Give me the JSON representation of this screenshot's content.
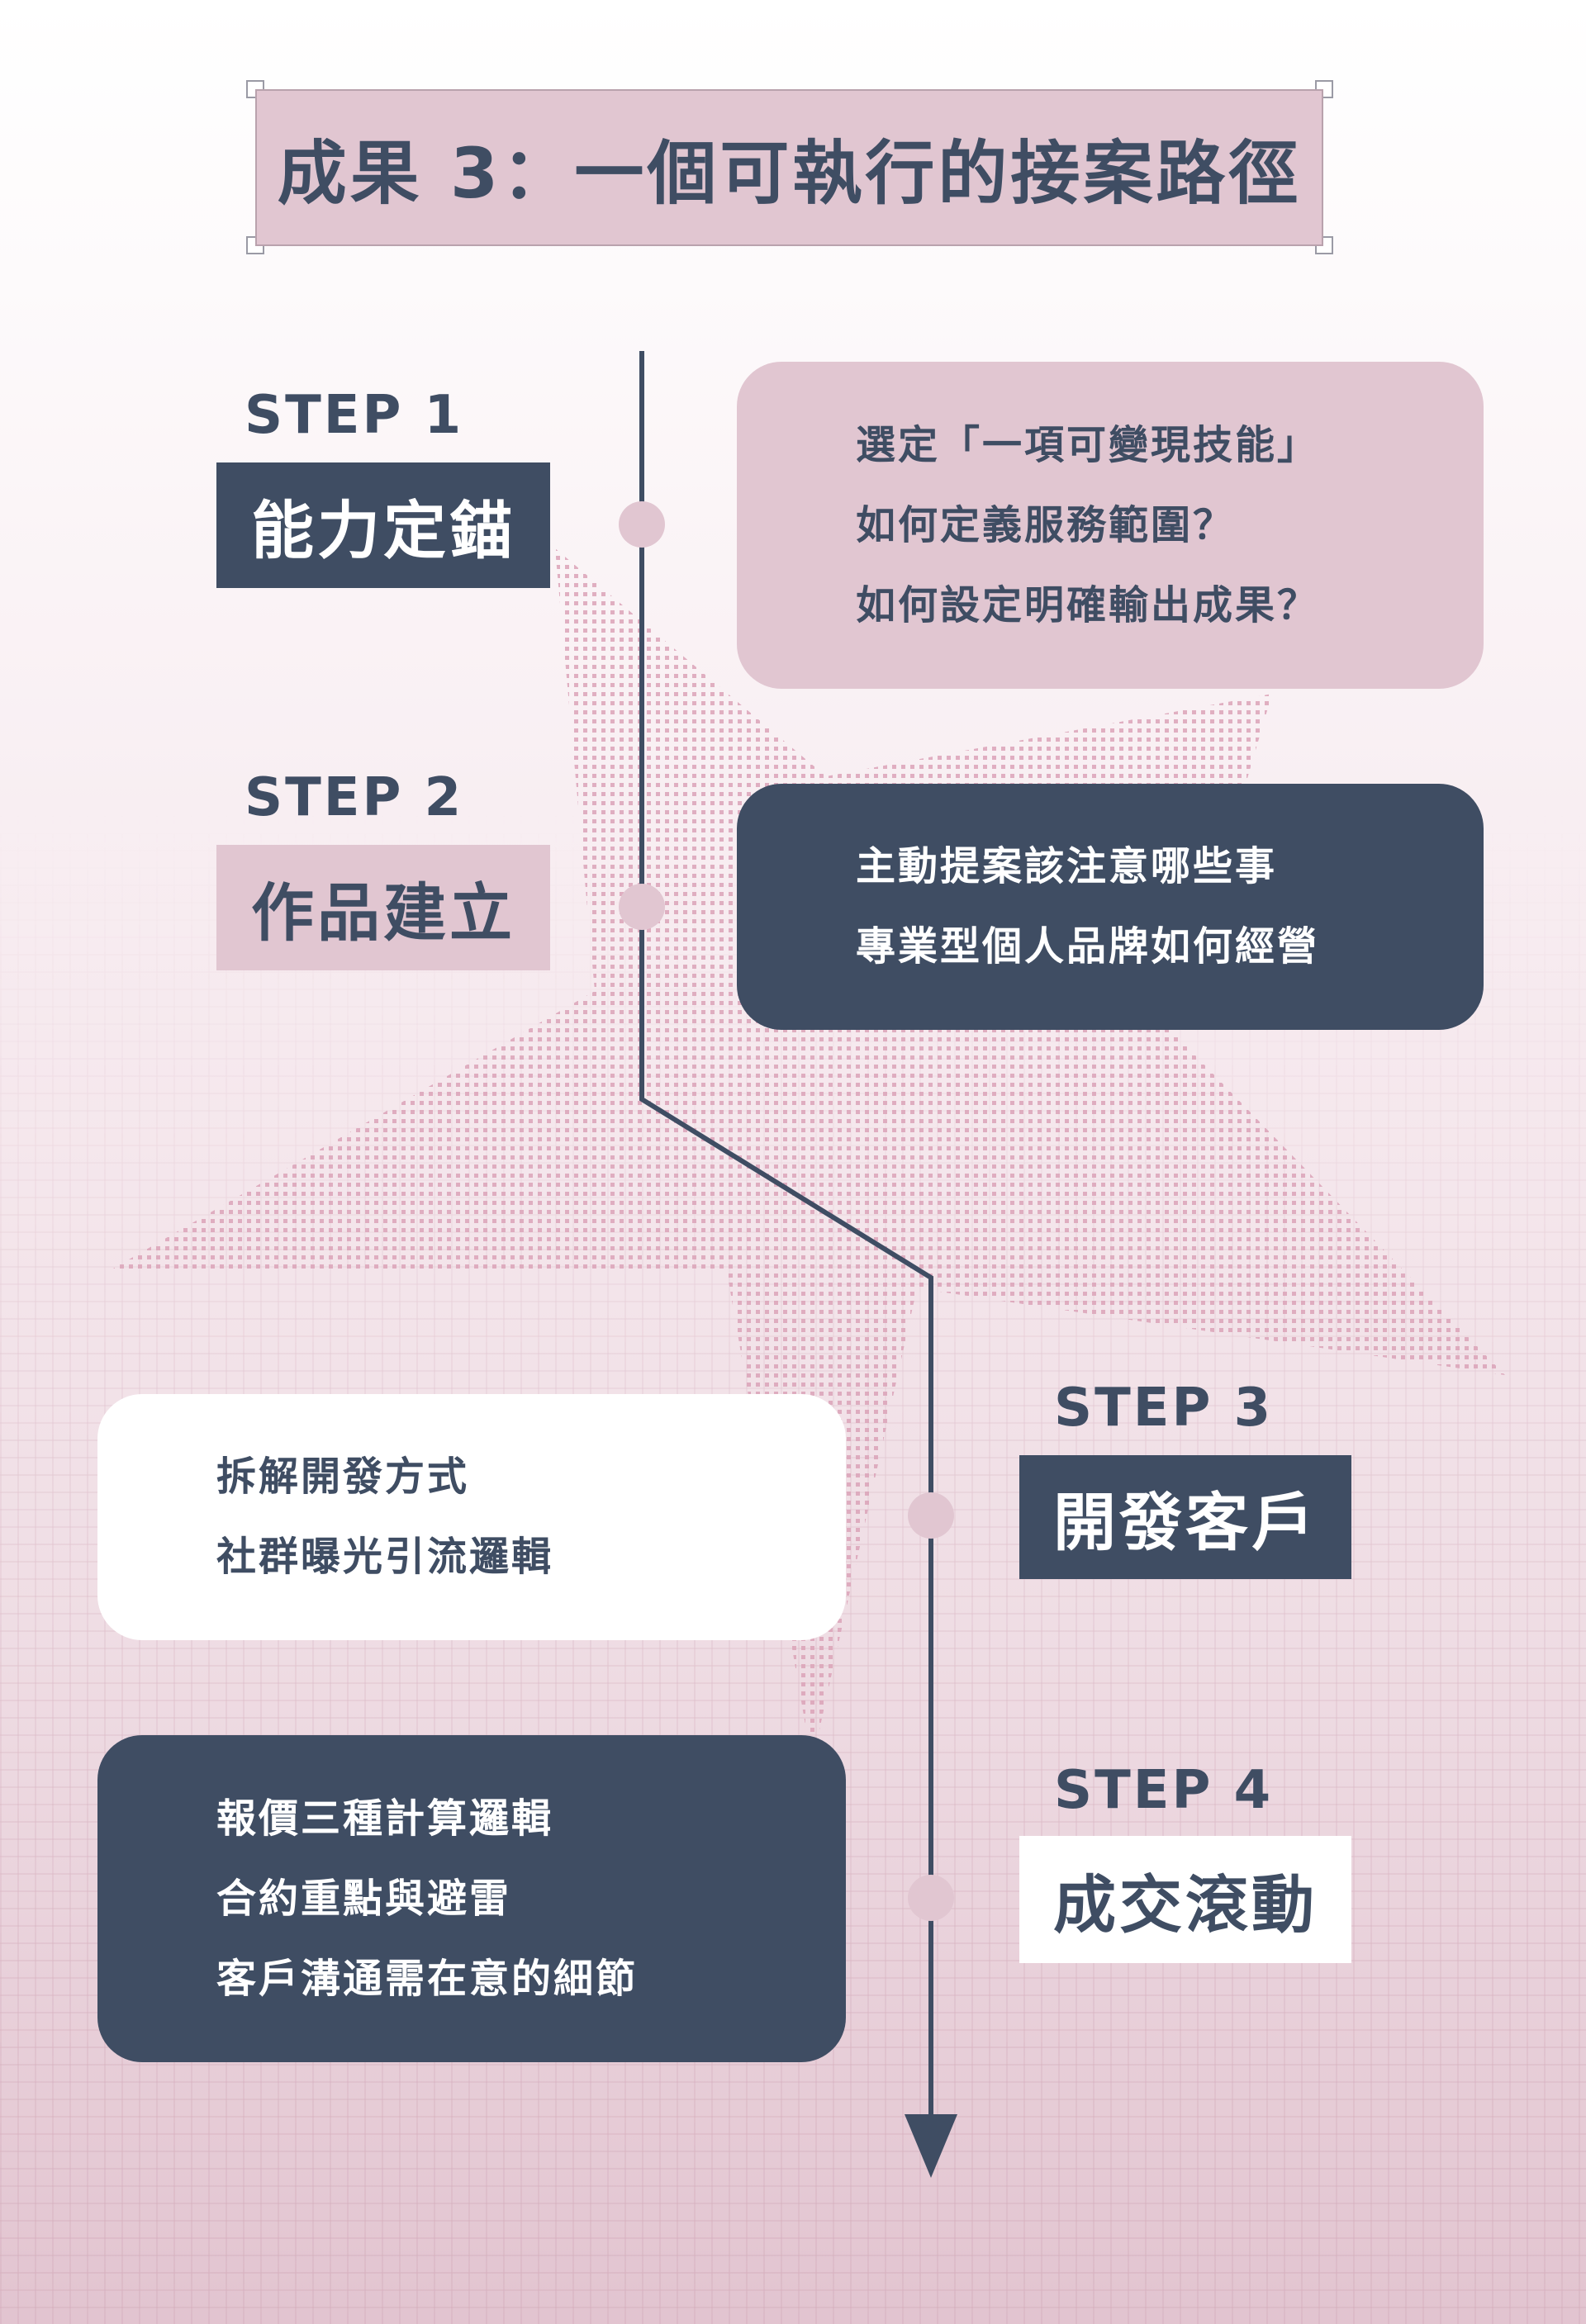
{
  "title": "成果 3：一個可執行的接案路徑",
  "colors": {
    "navy": "#3f4d63",
    "pink": "#e1c6d1",
    "white": "#ffffff"
  },
  "steps": [
    {
      "step": "STEP 1",
      "label": "能力定錨",
      "items": [
        "選定「一項可變現技能」",
        "如何定義服務範圍？",
        "如何設定明確輸出成果？"
      ]
    },
    {
      "step": "STEP 2",
      "label": "作品建立",
      "items": [
        "主動提案該注意哪些事",
        "專業型個人品牌如何經營"
      ]
    },
    {
      "step": "STEP 3",
      "label": "開發客戶",
      "items": [
        "拆解開發方式",
        "社群曝光引流邏輯"
      ]
    },
    {
      "step": "STEP 4",
      "label": "成交滾動",
      "items": [
        "報價三種計算邏輯",
        "合約重點與避雷",
        "客戶溝通需在意的細節"
      ]
    }
  ]
}
